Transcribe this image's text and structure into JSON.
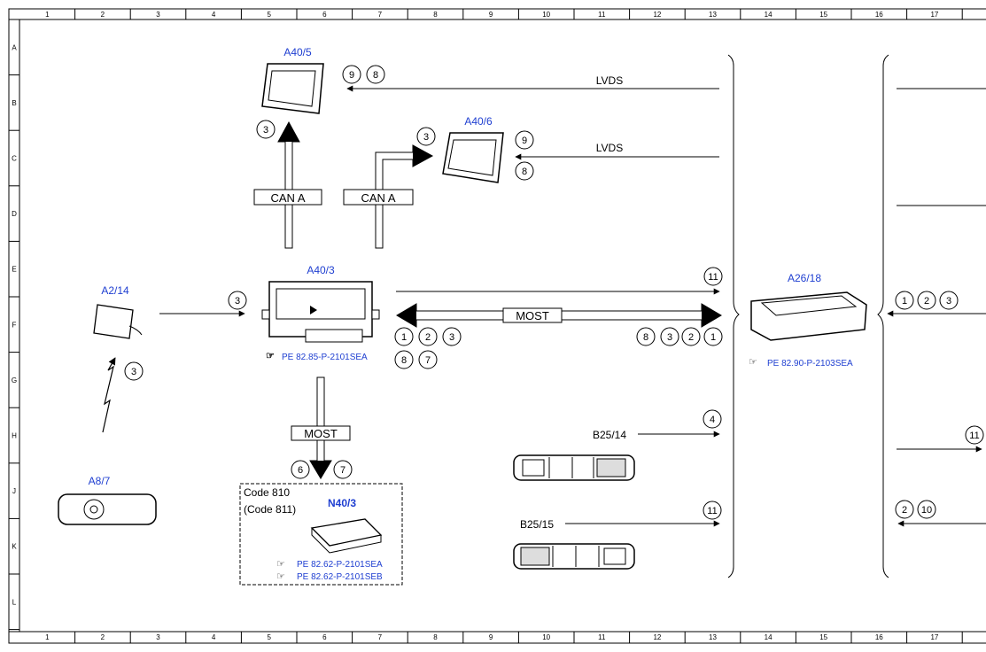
{
  "grid": {
    "columns": [
      "1",
      "2",
      "3",
      "4",
      "5",
      "6",
      "7",
      "8",
      "9",
      "10",
      "11",
      "12",
      "13",
      "14",
      "15",
      "16",
      "17"
    ],
    "rows": [
      "A",
      "B",
      "C",
      "D",
      "E",
      "F",
      "G",
      "H",
      "J",
      "K",
      "L"
    ]
  },
  "components": {
    "a40_5": "A40/5",
    "a40_6": "A40/6",
    "a40_3": "A40/3",
    "a2_14": "A2/14",
    "a8_7": "A8/7",
    "n40_3": "N40/3",
    "a26_18": "A26/18",
    "b25_14": "B25/14",
    "b25_15": "B25/15"
  },
  "signals": {
    "lvds_top": "LVDS",
    "lvds_mid": "LVDS",
    "can_a_left": "CAN A",
    "can_a_right": "CAN A",
    "most_horizontal": "MOST",
    "most_vertical": "MOST"
  },
  "references": {
    "a40_3": "PE 82.85-P-2101SEA",
    "a26_18": "PE 82.90-P-2103SEA",
    "n40_3_a": "PE 82.62-P-2101SEA",
    "n40_3_b": "PE 82.62-P-2101SEB"
  },
  "code_box": {
    "line1": "Code 810",
    "line2": "(Code 811)"
  },
  "circles": {
    "a40_5_left": "9",
    "a40_5_right": "8",
    "a40_5_up": "3",
    "a40_6_in": "3",
    "a40_6_top": "9",
    "a40_6_bottom": "8",
    "a2_14_out": "3",
    "a8_7_wireless": "3",
    "most_left_1": "1",
    "most_left_2": "2",
    "most_left_3": "3",
    "most_left_8": "8",
    "most_left_7": "7",
    "most_right_8": "8",
    "most_right_3": "3",
    "most_right_2": "2",
    "most_right_1": "1",
    "e_arrow_11": "11",
    "n40_3_6": "6",
    "n40_3_7": "7",
    "b25_14_4": "4",
    "b25_15_11": "11",
    "right_1": "1",
    "right_2": "2",
    "right_3": "3",
    "right_11": "11",
    "right_2b": "2",
    "right_10": "10"
  },
  "colors": {
    "component_label": "#1f3fd1",
    "line": "#000000",
    "background": "#ffffff"
  },
  "icons": [
    "reference-hand-icon"
  ]
}
